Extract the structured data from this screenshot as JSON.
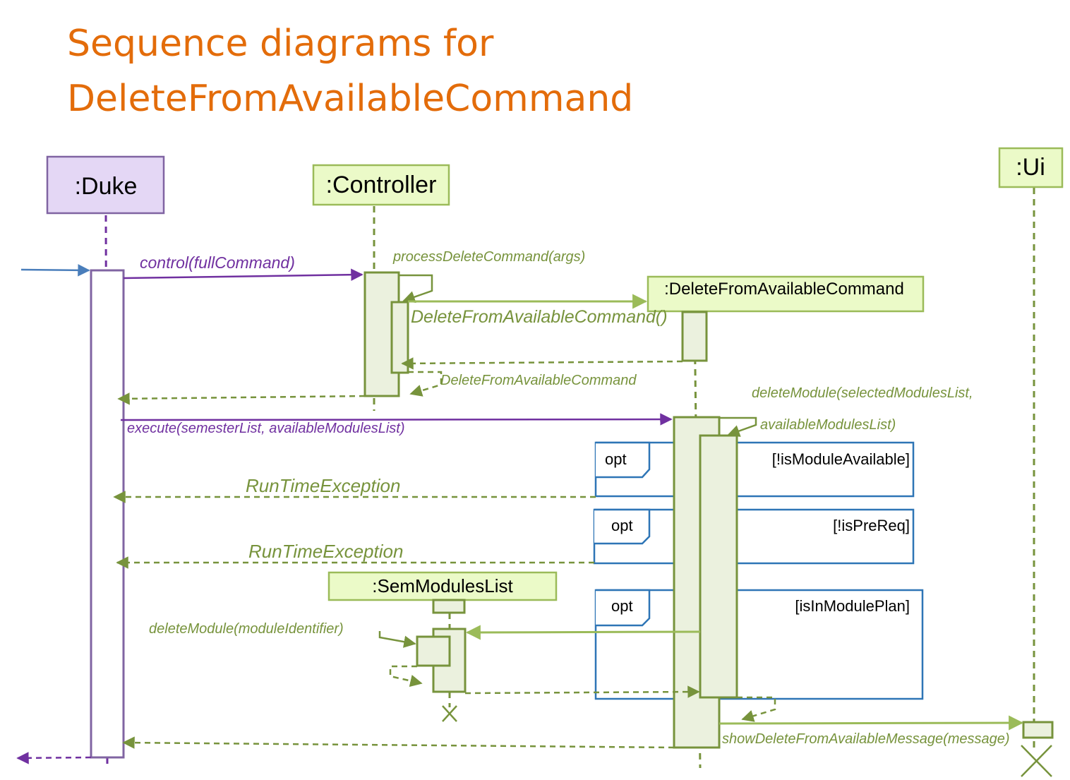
{
  "title": {
    "line1": "Sequence diagrams for",
    "line2": "DeleteFromAvailableCommand"
  },
  "participants": {
    "duke": ":Duke",
    "controller": ":Controller",
    "ui": ":Ui",
    "delete_command": ":DeleteFromAvailableCommand",
    "sem_modules_list": ":SemModulesList"
  },
  "messages": {
    "control": "control(fullCommand)",
    "process_delete": "processDeleteCommand(args)",
    "constructor": "DeleteFromAvailableCommand()",
    "constructor_return": "DeleteFromAvailableCommand",
    "execute": "execute(semesterList, availableModulesList)",
    "delete_module_line1": "deleteModule(selectedModulesList,",
    "delete_module_line2": "availableModulesList)",
    "runtime_exception_1": "RunTimeException",
    "runtime_exception_2": "RunTimeException",
    "delete_module_identifier": "deleteModule(moduleIdentifier)",
    "show_message": "showDeleteFromAvailableMessage(message)"
  },
  "fragments": {
    "opt1": {
      "operator": "opt",
      "guard": "[!isModuleAvailable]"
    },
    "opt2": {
      "operator": "opt",
      "guard": "[!isPreReq]"
    },
    "opt3": {
      "operator": "opt",
      "guard": "[isInModulePlan]"
    }
  },
  "colors": {
    "title": "#E36C0A",
    "duke_fill": "#E4D7F5",
    "duke_stroke": "#8064A2",
    "purple_message": "#7030A0",
    "green_box_fill": "#EBFAC8",
    "green_box_stroke": "#9BBB59",
    "green_line": "#77933C",
    "green_text": "#6A8A2F",
    "activation_fill": "#EBF1DE",
    "fragment_stroke": "#2E75B6",
    "entry_arrow": "#4A7EBB"
  }
}
